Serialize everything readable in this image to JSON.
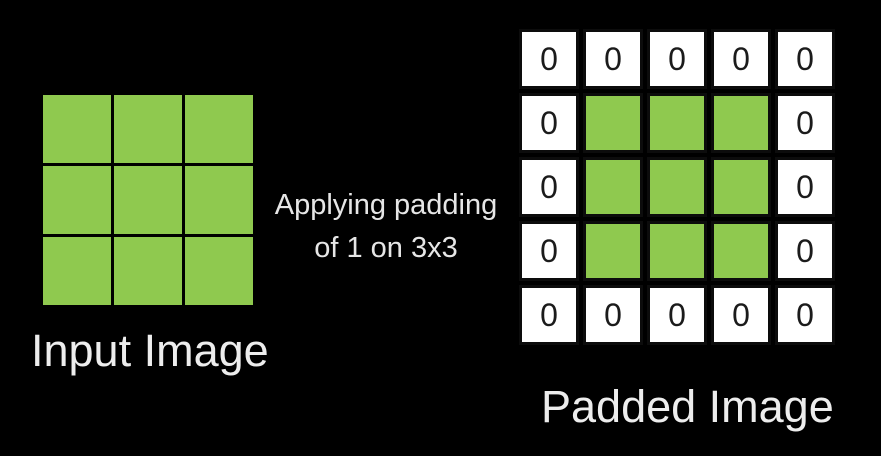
{
  "colors": {
    "background": "#000000",
    "green": "#8fc94f",
    "cell_white": "#ffffff",
    "cell_border": "#0c0c0c",
    "zero_text": "#1b1b1b",
    "label_text": "#ededed",
    "caption_text": "#e6e6e6"
  },
  "input_image": {
    "label": "Input Image",
    "rows": 3,
    "cols": 3,
    "cells": [
      [
        "",
        "",
        ""
      ],
      [
        "",
        "",
        ""
      ],
      [
        "",
        "",
        ""
      ]
    ]
  },
  "caption": {
    "line1": "Applying padding",
    "line2": "of 1 on 3x3"
  },
  "padded_image": {
    "label": "Padded Image",
    "rows": 5,
    "cols": 5,
    "pad_value": "0",
    "cells": [
      [
        "0",
        "0",
        "0",
        "0",
        "0"
      ],
      [
        "0",
        "",
        "",
        "",
        "0"
      ],
      [
        "0",
        "",
        "",
        "",
        "0"
      ],
      [
        "0",
        "",
        "",
        "",
        "0"
      ],
      [
        "0",
        "0",
        "0",
        "0",
        "0"
      ]
    ]
  }
}
